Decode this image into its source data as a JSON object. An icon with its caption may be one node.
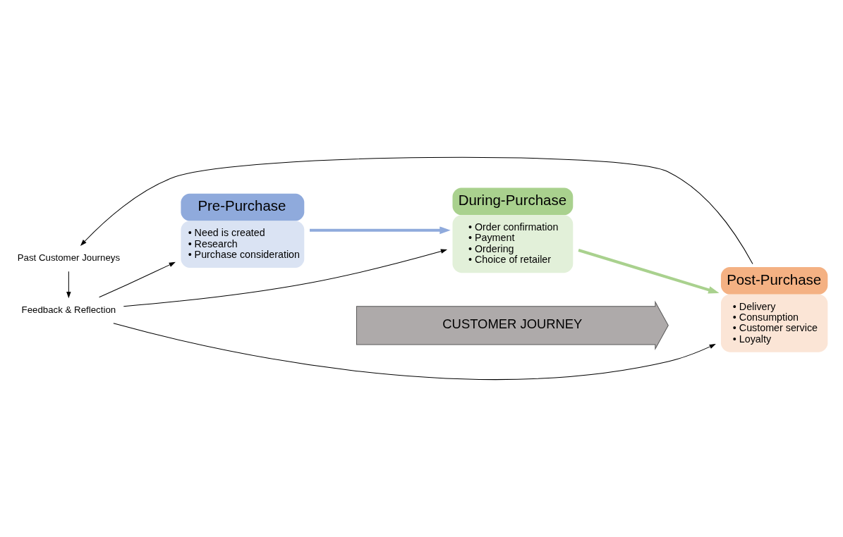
{
  "diagram": {
    "nodes": [
      {
        "text": [
          "Past Customer Journeys"
        ]
      },
      {
        "text": [
          "Feedback & Reflection"
        ]
      },
      {
        "text": [
          "Pre-Purchase",
          "• Need is created",
          "• Research",
          "• Purchase consideration"
        ]
      },
      {
        "text": [
          "During-Purchase",
          "• Order confirmation",
          "• Payment",
          "• Ordering",
          "• Choice of retailer"
        ]
      },
      {
        "text": [
          "Post-Purchase",
          "• Delivery",
          "• Consumption",
          "• Customer service",
          "• Loyalty"
        ]
      },
      {
        "text": [
          "CUSTOMER JOURNEY"
        ]
      }
    ],
    "edges": [
      {
        "from": 0,
        "to": 1,
        "arrow": "to"
      },
      {
        "from": 1,
        "to": 2,
        "arrow": "to"
      },
      {
        "from": 1,
        "to": 3,
        "arrow": "to"
      },
      {
        "from": 1,
        "to": 4,
        "arrow": "to"
      },
      {
        "from": 4,
        "to": 0,
        "arrow": "to"
      },
      {
        "from": 2,
        "to": 3,
        "arrow": "to",
        "style": "thick",
        "color": "#8faadc"
      },
      {
        "from": 3,
        "to": 4,
        "arrow": "to",
        "style": "thick",
        "color": "#a9d18e"
      }
    ]
  }
}
